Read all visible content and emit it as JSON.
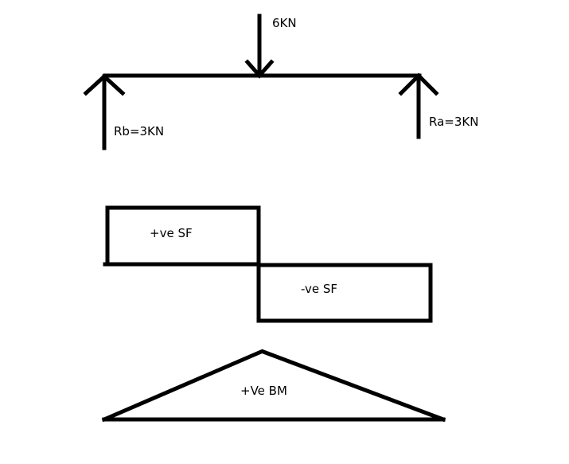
{
  "diagram": {
    "load": {
      "label": "6KN"
    },
    "reactions": {
      "left_label": "Rb=3KN",
      "right_label": "Ra=3KN"
    },
    "shear_force": {
      "positive_label": "+ve SF",
      "negative_label": "-ve SF"
    },
    "bending_moment": {
      "label": "+Ve BM"
    },
    "colors": {
      "stroke": "#000000",
      "background": "#ffffff"
    }
  }
}
